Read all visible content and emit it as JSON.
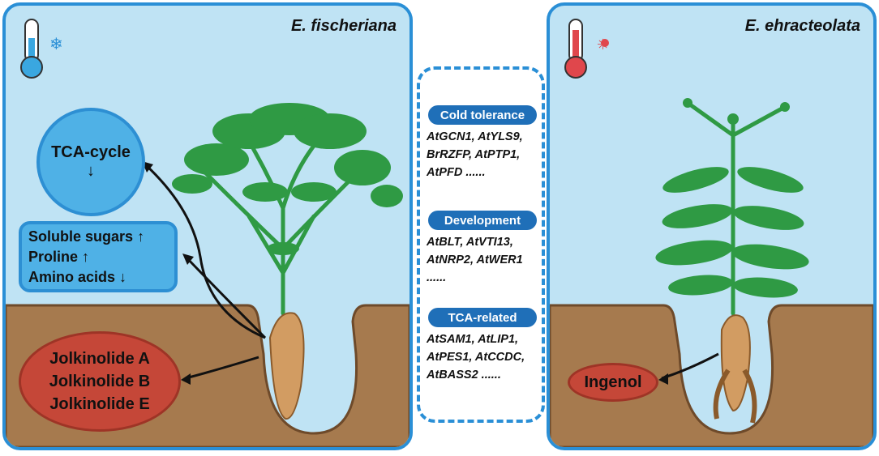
{
  "left_panel": {
    "species": "E. fischeriana",
    "tca": {
      "label": "TCA-cycle",
      "arrow": "↓"
    },
    "metabolites": [
      {
        "label": "Soluble sugars",
        "arrow": "↑"
      },
      {
        "label": "Proline",
        "arrow": "↑"
      },
      {
        "label": "Amino acids",
        "arrow": "↓"
      }
    ],
    "compounds": [
      "Jolkinolide A",
      "Jolkinolide B",
      "Jolkinolide E"
    ],
    "icon": "thermometer-cold-icon"
  },
  "right_panel": {
    "species": "E. ehracteolata",
    "compound": "Ingenol",
    "icon": "thermometer-hot-icon"
  },
  "genes": {
    "categories": [
      {
        "title": "Cold tolerance",
        "lines": [
          "AtGCN1, AtYLS9,",
          "BrRZFP, AtPTP1,",
          "AtPFD ......"
        ]
      },
      {
        "title": "Development",
        "lines": [
          "AtBLT, AtVTI13,",
          "AtNRP2, AtWER1",
          "......"
        ]
      },
      {
        "title": "TCA-related",
        "lines": [
          "AtSAM1, AtLIP1,",
          "AtPES1, AtCCDC,",
          "AtBASS2 ......"
        ]
      }
    ]
  },
  "colors": {
    "sky": "#bfe3f4",
    "soil": "#a67a4e",
    "panel_border": "#2a8fd6",
    "leaf": "#2f9a44",
    "root": "#d29c62",
    "compound": "#c54738",
    "bubble": "#4fb1e6"
  }
}
